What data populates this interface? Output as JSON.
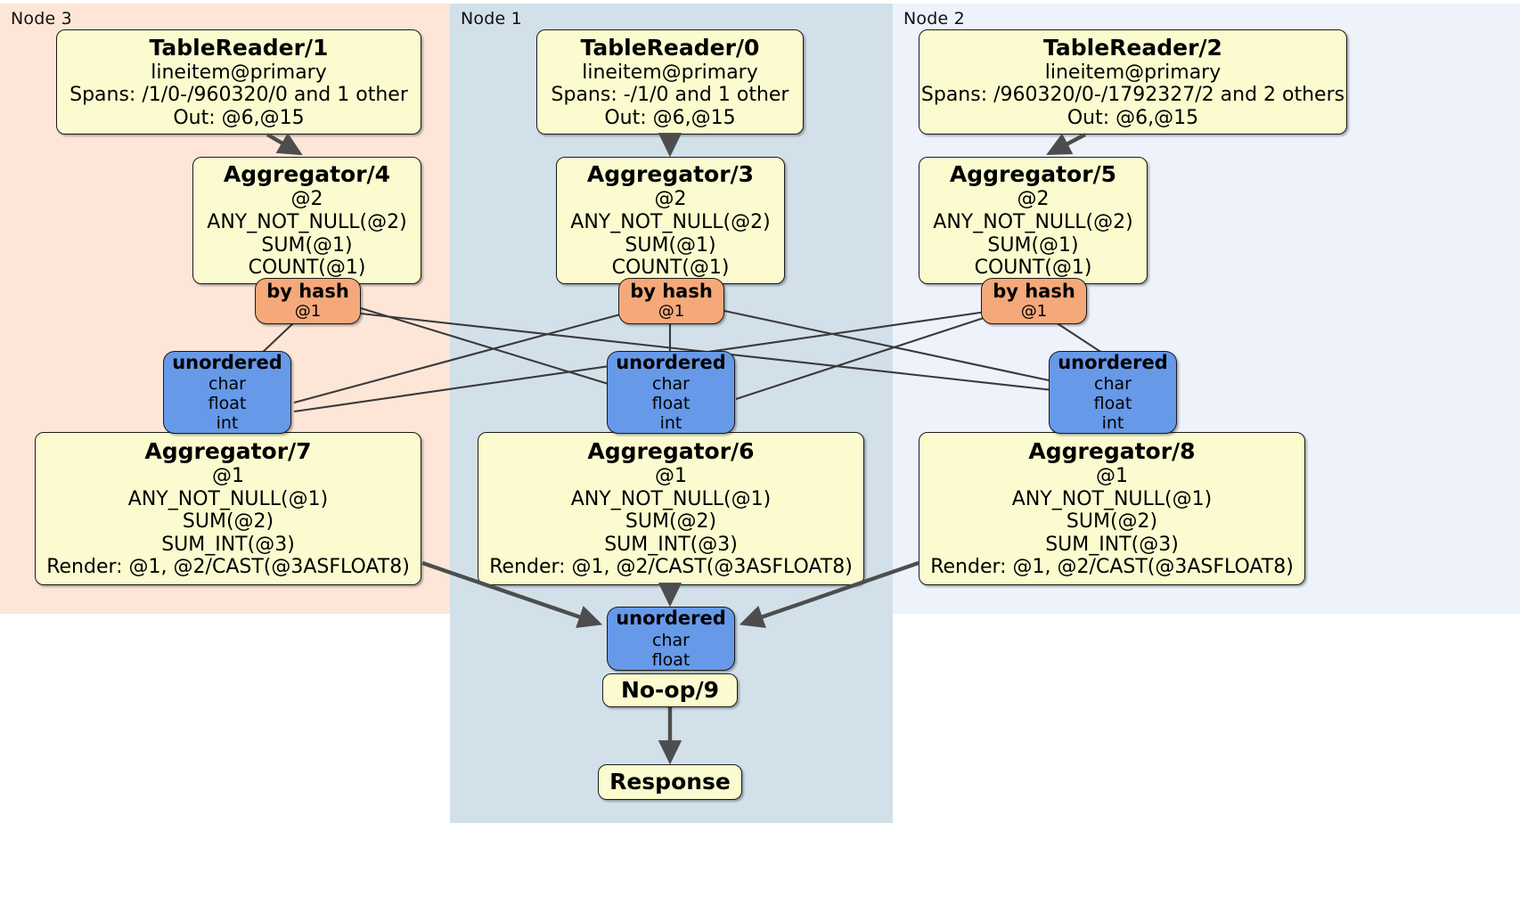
{
  "diagram": {
    "type": "distributed-query-plan",
    "colors": {
      "node3_bg": "#fde6d8",
      "node1_bg": "#d2e0ea",
      "node2_bg": "#edf2fb",
      "processor_bg": "#fbfbcf",
      "hash_router_bg": "#f5a97a",
      "sync_router_bg": "#6699e8",
      "edge": "#4d4d4d",
      "thin_edge": "#3a3a3a"
    }
  },
  "regions": [
    {
      "id": "node3",
      "label": "Node 3"
    },
    {
      "id": "node1",
      "label": "Node 1"
    },
    {
      "id": "node2",
      "label": "Node 2"
    }
  ],
  "processors": {
    "tablereader1": {
      "title": "TableReader/1",
      "lines": [
        "lineitem@primary",
        "Spans: /1/0-/960320/0 and 1 other",
        "Out: @6,@15"
      ]
    },
    "tablereader0": {
      "title": "TableReader/0",
      "lines": [
        "lineitem@primary",
        "Spans: -/1/0 and 1 other",
        "Out: @6,@15"
      ]
    },
    "tablereader2": {
      "title": "TableReader/2",
      "lines": [
        "lineitem@primary",
        "Spans: /960320/0-/1792327/2 and 2 others",
        "Out: @6,@15"
      ]
    },
    "aggregator4": {
      "title": "Aggregator/4",
      "lines": [
        "@2",
        "ANY_NOT_NULL(@2)",
        "SUM(@1)",
        "COUNT(@1)"
      ]
    },
    "aggregator3": {
      "title": "Aggregator/3",
      "lines": [
        "@2",
        "ANY_NOT_NULL(@2)",
        "SUM(@1)",
        "COUNT(@1)"
      ]
    },
    "aggregator5": {
      "title": "Aggregator/5",
      "lines": [
        "@2",
        "ANY_NOT_NULL(@2)",
        "SUM(@1)",
        "COUNT(@1)"
      ]
    },
    "aggregator7": {
      "title": "Aggregator/7",
      "lines": [
        "@1",
        "ANY_NOT_NULL(@1)",
        "SUM(@2)",
        "SUM_INT(@3)",
        "Render: @1, @2/CAST(@3ASFLOAT8)"
      ]
    },
    "aggregator6": {
      "title": "Aggregator/6",
      "lines": [
        "@1",
        "ANY_NOT_NULL(@1)",
        "SUM(@2)",
        "SUM_INT(@3)",
        "Render: @1, @2/CAST(@3ASFLOAT8)"
      ]
    },
    "aggregator8": {
      "title": "Aggregator/8",
      "lines": [
        "@1",
        "ANY_NOT_NULL(@1)",
        "SUM(@2)",
        "SUM_INT(@3)",
        "Render: @1, @2/CAST(@3ASFLOAT8)"
      ]
    },
    "noop9": {
      "title": "No-op/9",
      "lines": []
    },
    "response": {
      "title": "Response",
      "lines": []
    }
  },
  "routers": {
    "byhash_node3": {
      "title": "by hash",
      "lines": [
        "@1"
      ]
    },
    "byhash_node1": {
      "title": "by hash",
      "lines": [
        "@1"
      ]
    },
    "byhash_node2": {
      "title": "by hash",
      "lines": [
        "@1"
      ]
    },
    "unordered_node3": {
      "title": "unordered",
      "lines": [
        "char",
        "float",
        "int"
      ]
    },
    "unordered_node1": {
      "title": "unordered",
      "lines": [
        "char",
        "float",
        "int"
      ]
    },
    "unordered_node2": {
      "title": "unordered",
      "lines": [
        "char",
        "float",
        "int"
      ]
    },
    "unordered_final": {
      "title": "unordered",
      "lines": [
        "char",
        "float"
      ]
    }
  }
}
